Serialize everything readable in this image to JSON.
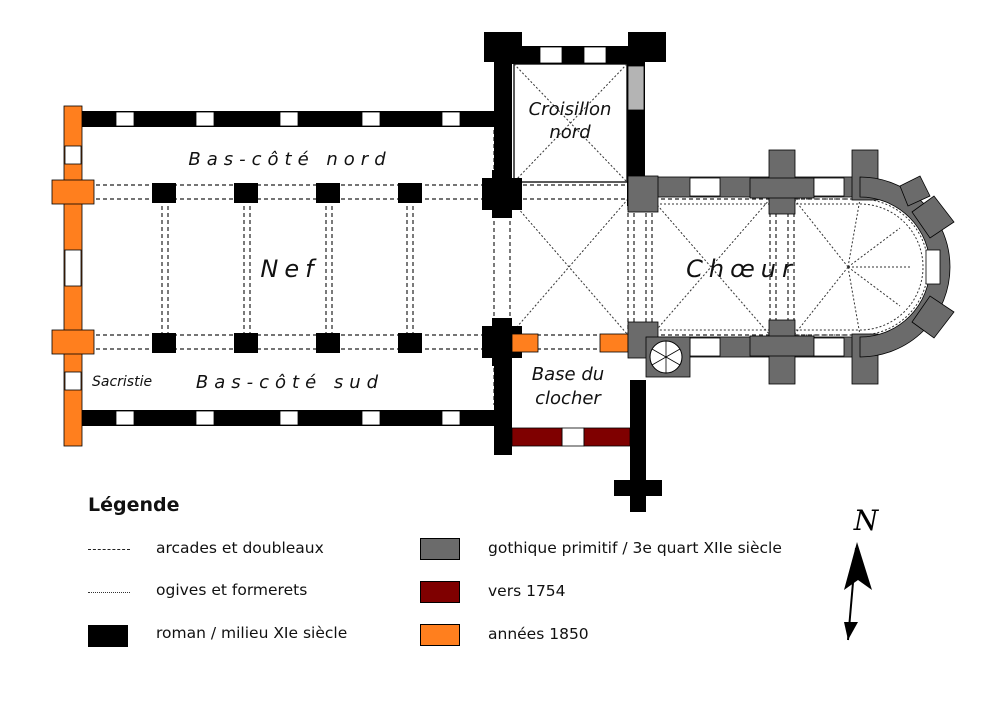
{
  "labels": {
    "croisillon_nord": [
      "Croisillon",
      "nord"
    ],
    "bas_cote_nord": "Bas-côté nord",
    "nef": "Nef",
    "choeur": "Chœur",
    "sacristie": "Sacristie",
    "bas_cote_sud": "Bas-côté sud",
    "base_clocher": [
      "Base du",
      "clocher"
    ]
  },
  "legend": {
    "title": "Légende",
    "arcades": "arcades et doubleaux",
    "ogives": "ogives et formerets",
    "roman": "roman / milieu XIe siècle",
    "gothique": "gothique primitif / 3e quart XIIe siècle",
    "vers1754": "vers 1754",
    "annees1850": "années 1850"
  },
  "colors": {
    "roman": "#000000",
    "gothique": "#6b6b6b",
    "vers1754": "#7f0000",
    "annees1850": "#ff7f1e",
    "light_gray": "#b4b4b4"
  },
  "compass": {
    "letter": "N"
  }
}
